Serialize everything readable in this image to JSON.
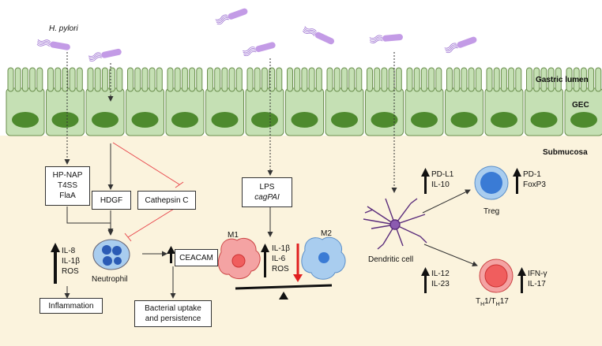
{
  "regions": {
    "lumen": "Gastric lumen",
    "gec": "GEC",
    "submucosa": "Submucosa"
  },
  "bacterium": "H. pylori",
  "boxes": {
    "virulence": [
      "HP-NAP",
      "T4SS",
      "FlaA"
    ],
    "hdgf": "HDGF",
    "cathepsin": "Cathepsin C",
    "lps": [
      "LPS",
      "cagPAI"
    ],
    "ceacam": "CEACAM",
    "inflammation": "Inflammation",
    "bacterial": [
      "Bacterial uptake",
      "and persistence"
    ]
  },
  "neutrophil": {
    "label": "Neutrophil",
    "markers": [
      "IL-8",
      "IL-1β",
      "ROS"
    ]
  },
  "macrophage": {
    "m1": "M1",
    "m2": "M2",
    "markers": [
      "IL-1β",
      "IL-6",
      "ROS"
    ]
  },
  "dendritic": {
    "label": "Dendritic cell",
    "treg_markers": [
      "PD-L1",
      "IL-10"
    ],
    "th_markers": [
      "IL-12",
      "IL-23"
    ]
  },
  "treg": {
    "label": "Treg",
    "markers": [
      "PD-1",
      "FoxP3"
    ]
  },
  "th": {
    "label_main": "T",
    "sub1": "H",
    "mid": "1/T",
    "sub2": "H",
    "tail": "17",
    "markers": [
      "IFN-γ",
      "IL-17"
    ]
  },
  "colors": {
    "epithelium": "#c5e0b4",
    "nucleus": "#4e8a2e",
    "submucosa": "#fbf3dd",
    "bacteria": "#c39be6",
    "m1": "#f4a3a3",
    "m2": "#a9cdef",
    "treg": "#7aa9e2",
    "th": "#f05e5e",
    "dc": "#5b2d7c",
    "inhibit": "#e8474c"
  }
}
